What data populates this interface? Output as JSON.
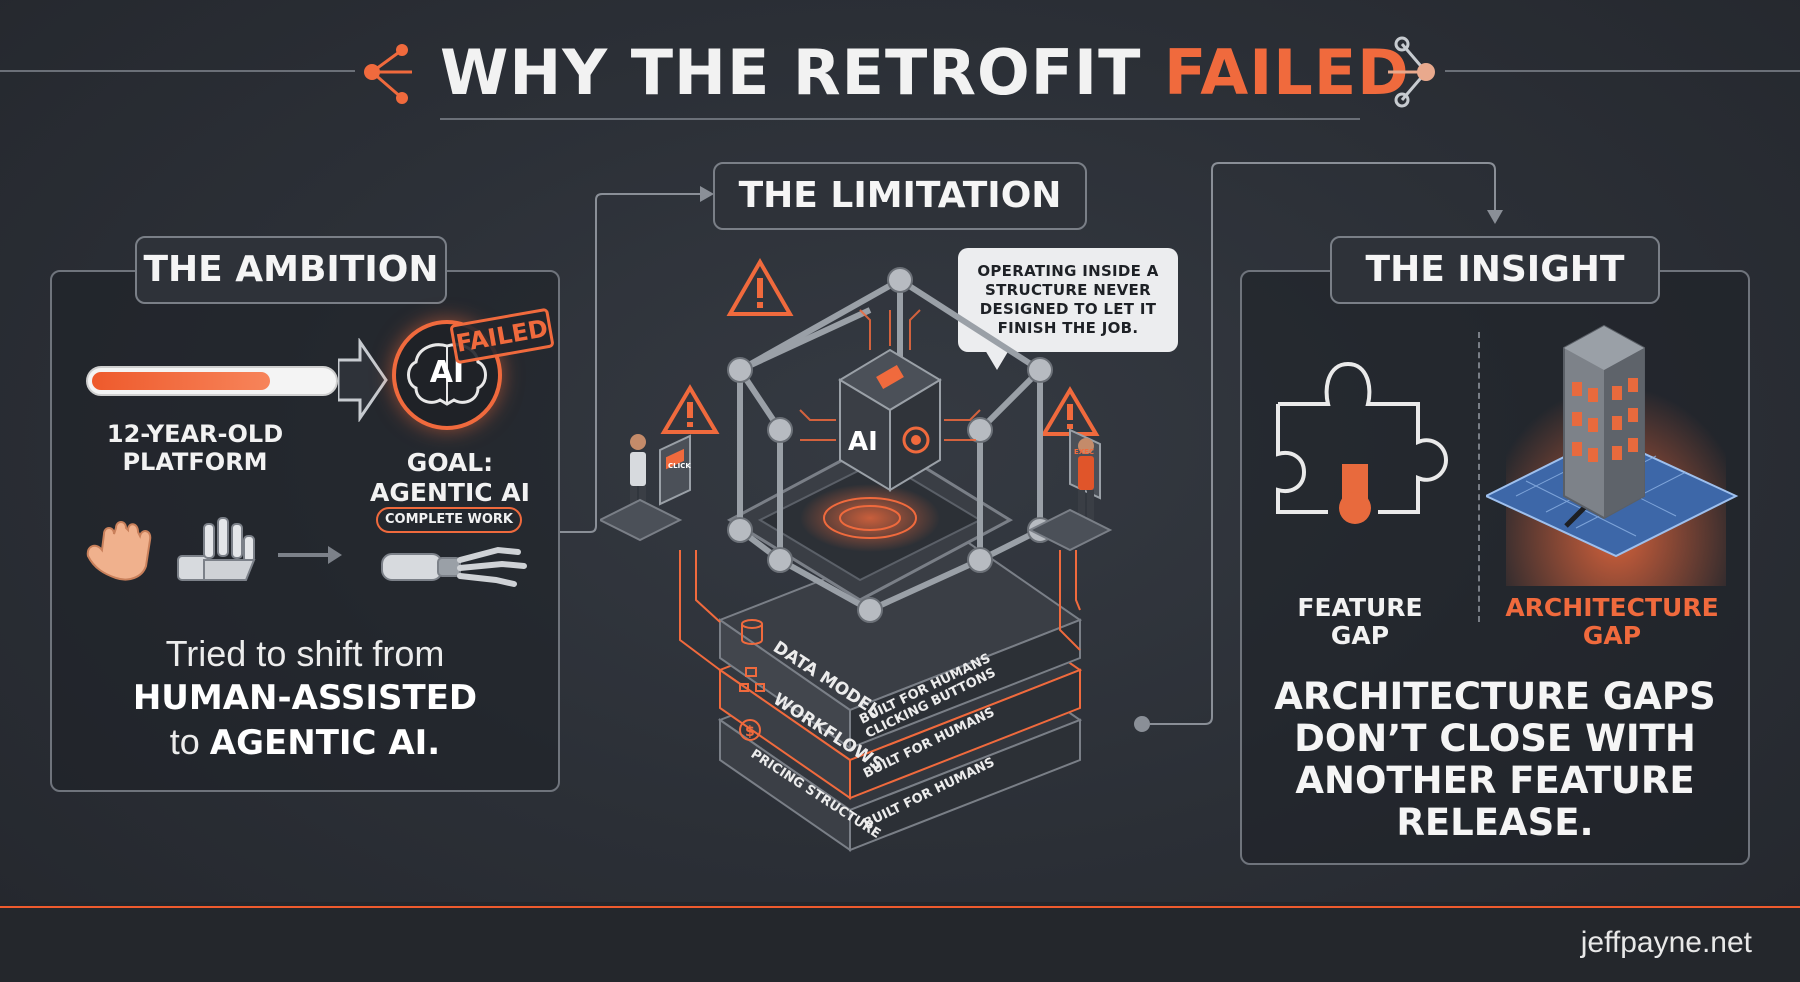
{
  "title": {
    "prefix": "WHY THE RETROFIT ",
    "accent": "FAILED"
  },
  "ambition": {
    "tag": "THE AMBITION",
    "progress_fraction": 0.74,
    "platform_label": "12-YEAR-OLD PLATFORM",
    "ai_icon_text": "AI",
    "failed_stamp": "FAILED",
    "goal_label": "GOAL: AGENTIC AI",
    "complete_work_pill": "COMPLETE WORK",
    "body_line1": "Tried to shift from",
    "body_line2": "HUMAN-ASSISTED",
    "body_line3_prefix": "to ",
    "body_line3_bold": "AGENTIC AI."
  },
  "limitation": {
    "tag": "THE LIMITATION",
    "speech_bubble": "OPERATING INSIDE A STRUCTURE NEVER DESIGNED TO LET IT FINISH THE JOB.",
    "core_label": "AI",
    "screen_left": "CLICK",
    "screen_right": "EXEC",
    "layers": [
      {
        "name": "DATA MODEL",
        "note_line1": "BUILT FOR HUMANS",
        "note_line2": "CLICKING BUTTONS",
        "icon": "database-icon"
      },
      {
        "name": "WORKFLOWS",
        "note_line1": "BUILT FOR HUMANS",
        "note_line2": "",
        "icon": "workflow-icon"
      },
      {
        "name": "PRICING STRUCTURE",
        "note_line1": "BUILT FOR HUMANS",
        "note_line2": "",
        "icon": "dollar-icon"
      }
    ]
  },
  "insight": {
    "tag": "THE INSIGHT",
    "feature_gap": "FEATURE GAP",
    "architecture_gap": "ARCHITECTURE GAP",
    "body": "ARCHITECTURE GAPS DON’T CLOSE WITH ANOTHER  FEATURE RELEASE."
  },
  "footer": {
    "credit": "jeffpayne.net"
  },
  "colors": {
    "background": "#2b2f36",
    "accent": "#f06a3d",
    "panel_border": "#6f747c",
    "text": "#f2f2f2"
  }
}
